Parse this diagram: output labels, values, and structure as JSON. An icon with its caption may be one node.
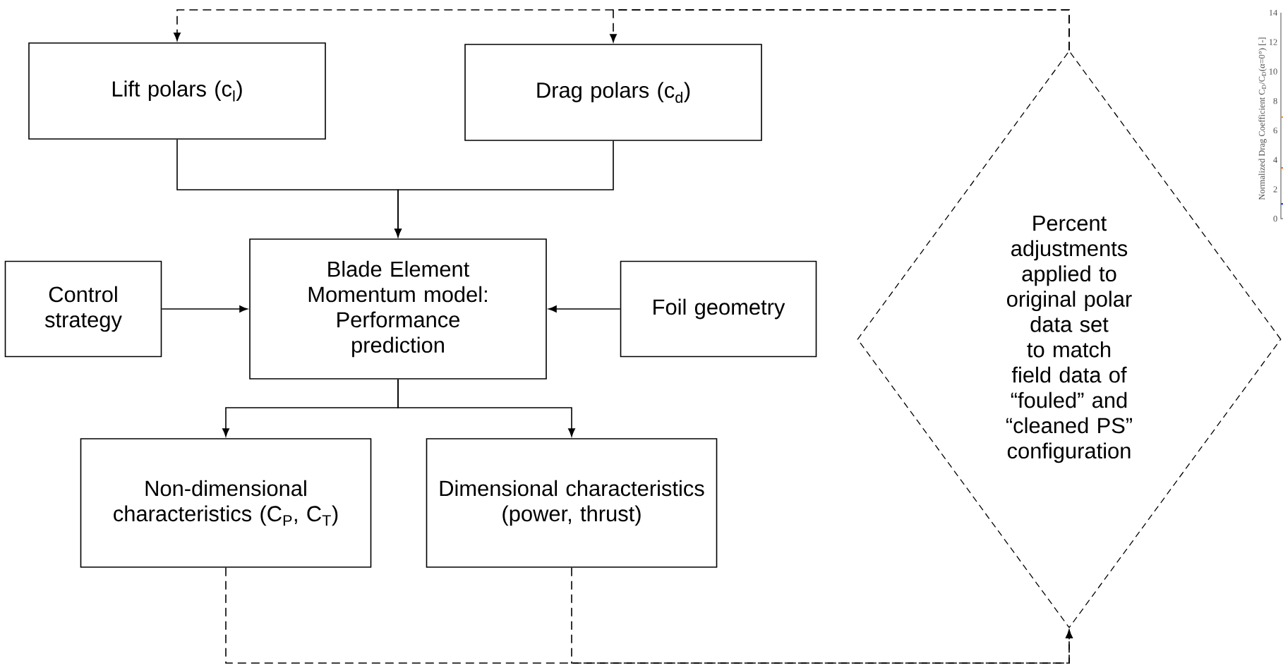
{
  "diagram": {
    "nodes": [
      {
        "text": [
          "Lift polars (c$_{l}$)"
        ]
      },
      {
        "text": [
          "Drag polars (c$_{d}$)"
        ]
      },
      {
        "text": [
          "Control strategy"
        ]
      },
      {
        "text": [
          "Blade Element Momentum model: Performance prediction"
        ]
      },
      {
        "text": [
          "Foil geometry"
        ]
      },
      {
        "text": [
          "Non-dimensional characteristics (C$_{P}$, C$_{T}$)"
        ]
      },
      {
        "text": [
          "Dimensional characteristics (power, thrust)"
        ]
      },
      {
        "text": [
          "Percent adjustments applied to original polar data set to match field data of “fouled” and “cleaned PS” configuration"
        ]
      }
    ],
    "edges": [
      {
        "from": 0,
        "to": 3,
        "arrow": "to"
      },
      {
        "from": 1,
        "to": 3,
        "arrow": "to"
      },
      {
        "from": 2,
        "to": 3,
        "arrow": "to"
      },
      {
        "from": 4,
        "to": 3,
        "arrow": "to"
      },
      {
        "from": 3,
        "to": 5,
        "arrow": "to"
      },
      {
        "from": 3,
        "to": 6,
        "arrow": "to"
      },
      {
        "from": 5,
        "to": 7,
        "arrow": "to",
        "style": "dashed"
      },
      {
        "from": 6,
        "to": 7,
        "arrow": "to",
        "style": "dashed"
      },
      {
        "from": 7,
        "to": 0,
        "arrow": "to",
        "style": "dashed"
      },
      {
        "from": 7,
        "to": 1,
        "arrow": "to",
        "style": "dashed"
      }
    ],
    "labels": [
      "Normalized Drag Coefficient C$_{D}$/C$_{D}$(α=0°) [-]",
      "14",
      "12",
      "10",
      "8",
      "6",
      "4",
      "2",
      "0"
    ]
  }
}
